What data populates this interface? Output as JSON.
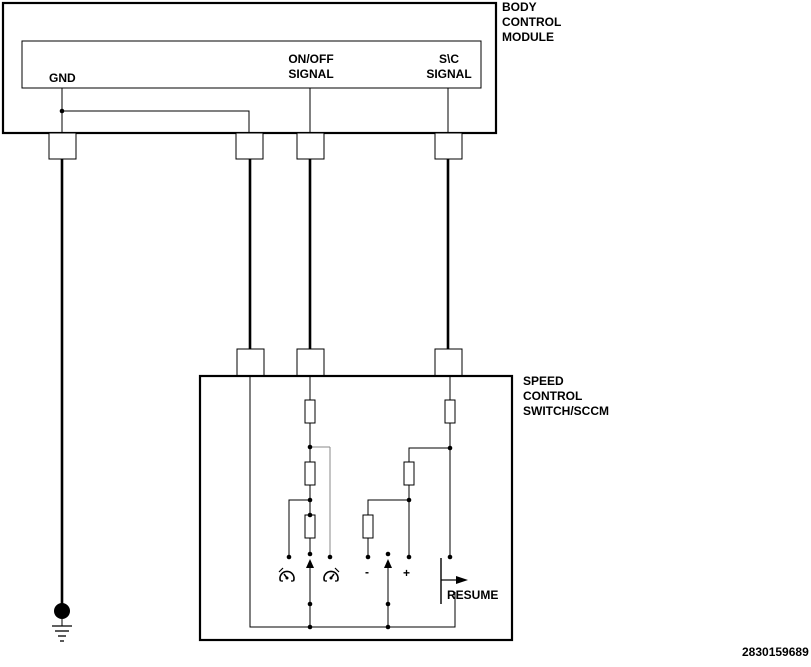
{
  "bcm": {
    "title_lines": [
      "BODY",
      "CONTROL",
      "MODULE"
    ],
    "pins": {
      "gnd": "GND",
      "onoff_lines": [
        "ON/OFF",
        "SIGNAL"
      ],
      "sc_lines": [
        "S\\C",
        "SIGNAL"
      ]
    }
  },
  "sccm": {
    "title_lines": [
      "SPEED",
      "CONTROL",
      "SWITCH/SCCM"
    ],
    "minus_label": "-",
    "plus_label": "+",
    "resume_label": "RESUME"
  },
  "reference_number": "2830159689"
}
